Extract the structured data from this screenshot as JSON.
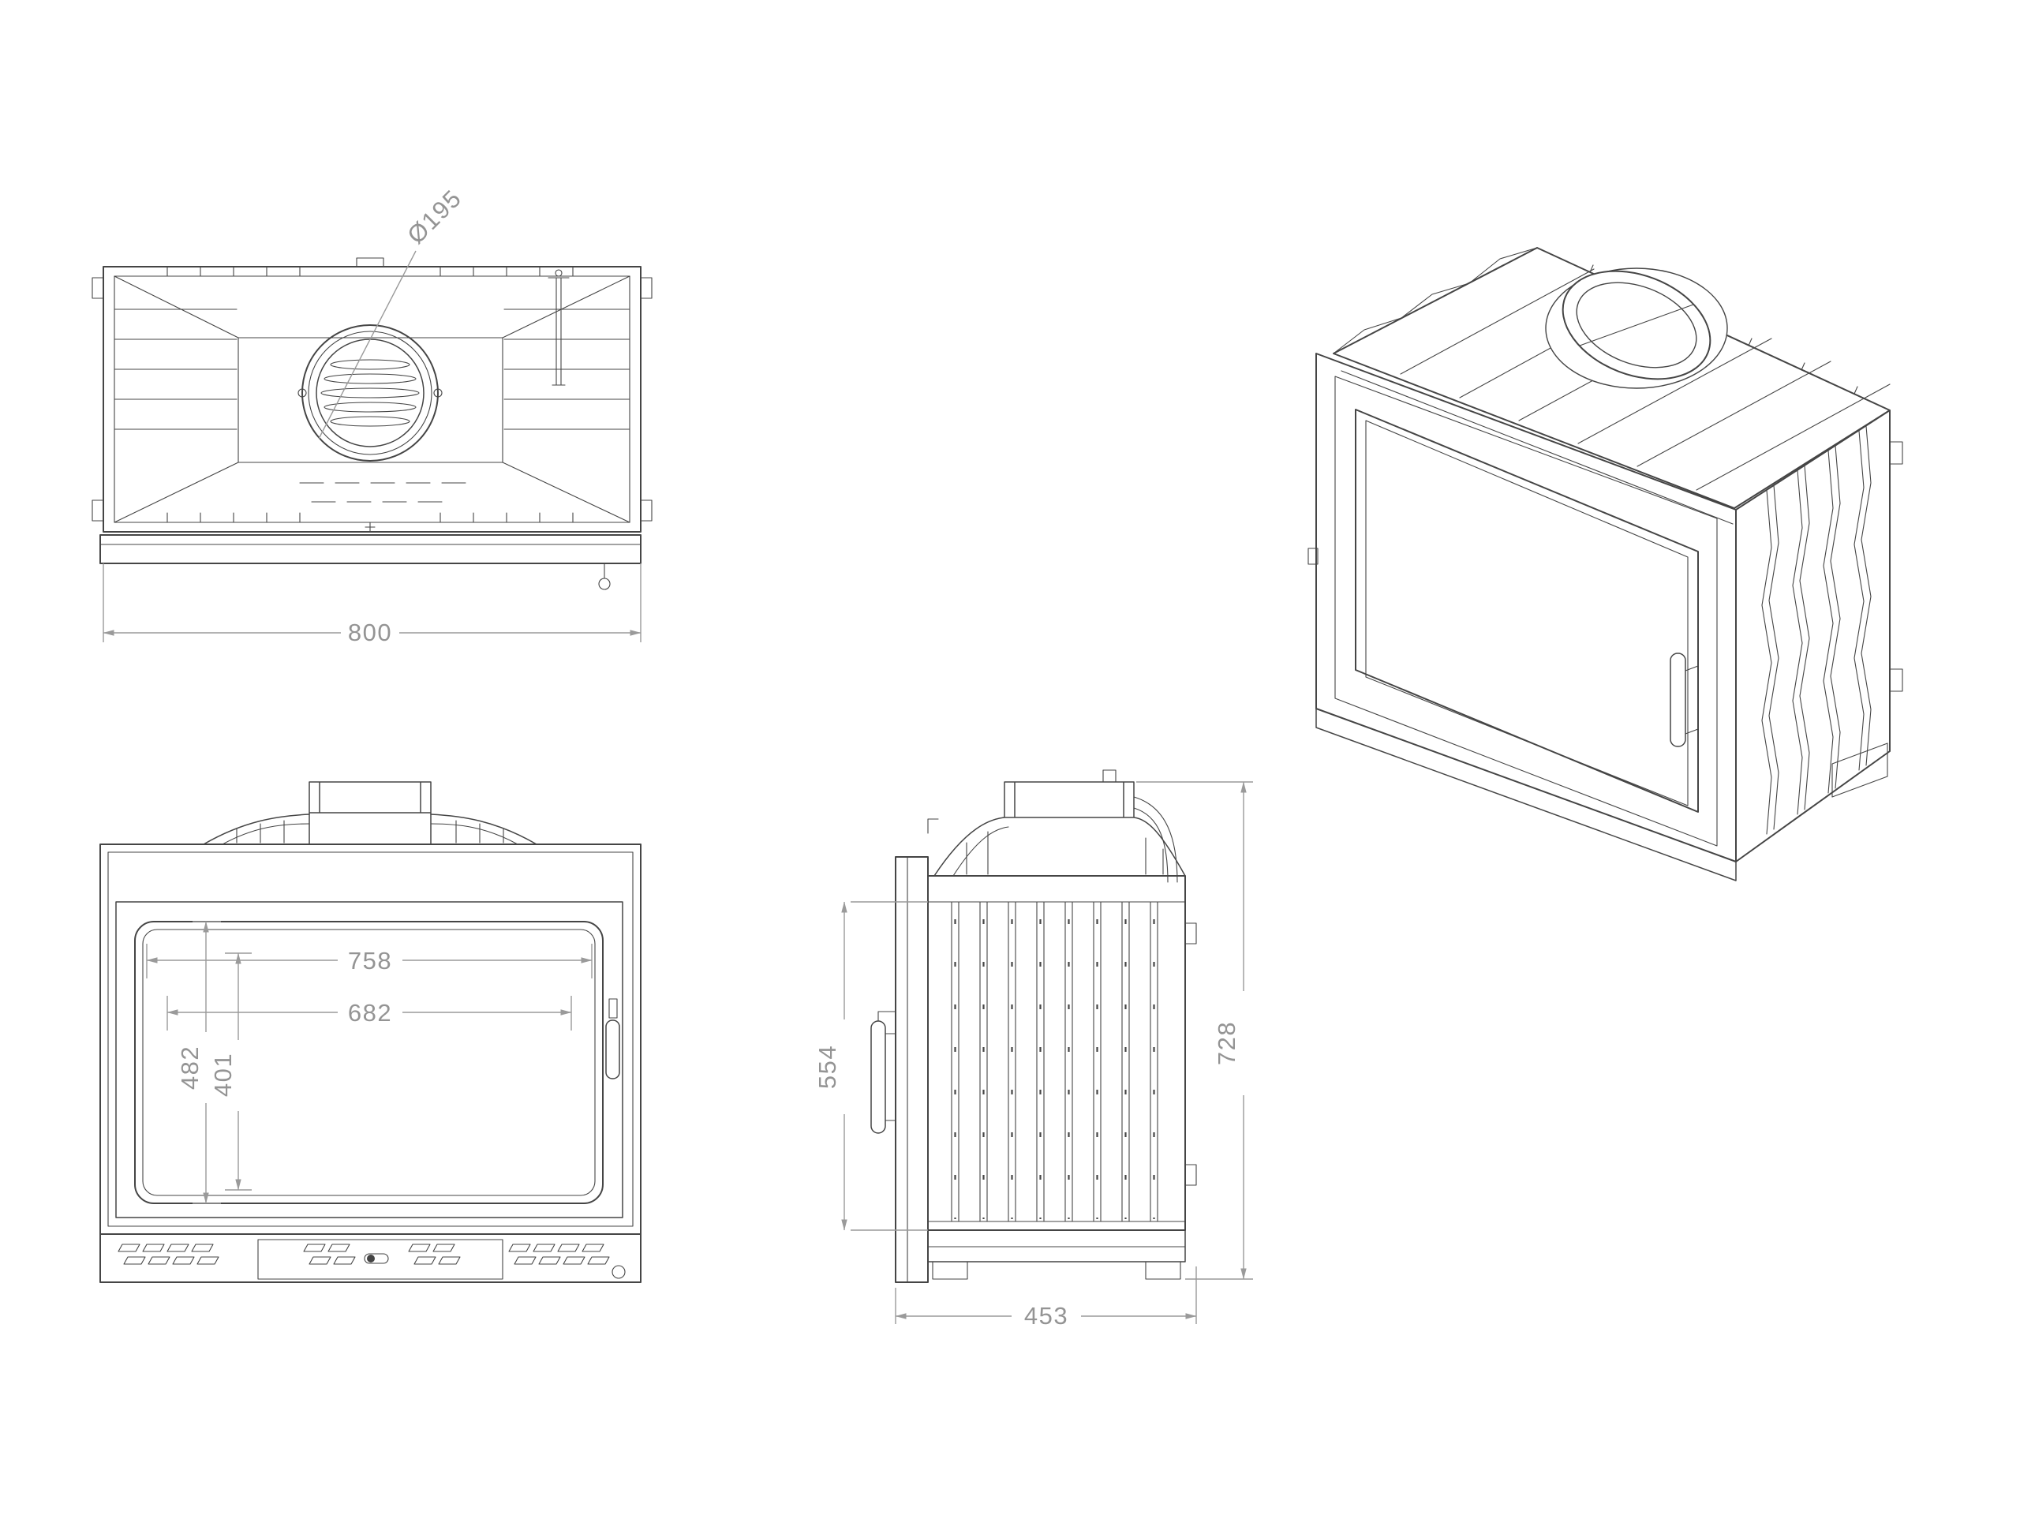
{
  "document_type": "technical-drawing-fireplace-insert",
  "views": {
    "top_view": {
      "dims": {
        "flue_diameter": "Ø195",
        "overall_width": "800"
      }
    },
    "front_view": {
      "dims": {
        "opening_width": "758",
        "glass_width": "682",
        "opening_height": "482",
        "glass_height": "401"
      }
    },
    "side_view": {
      "dims": {
        "body_height": "554",
        "depth": "453",
        "overall_height": "728"
      }
    },
    "isometric_view": {}
  }
}
